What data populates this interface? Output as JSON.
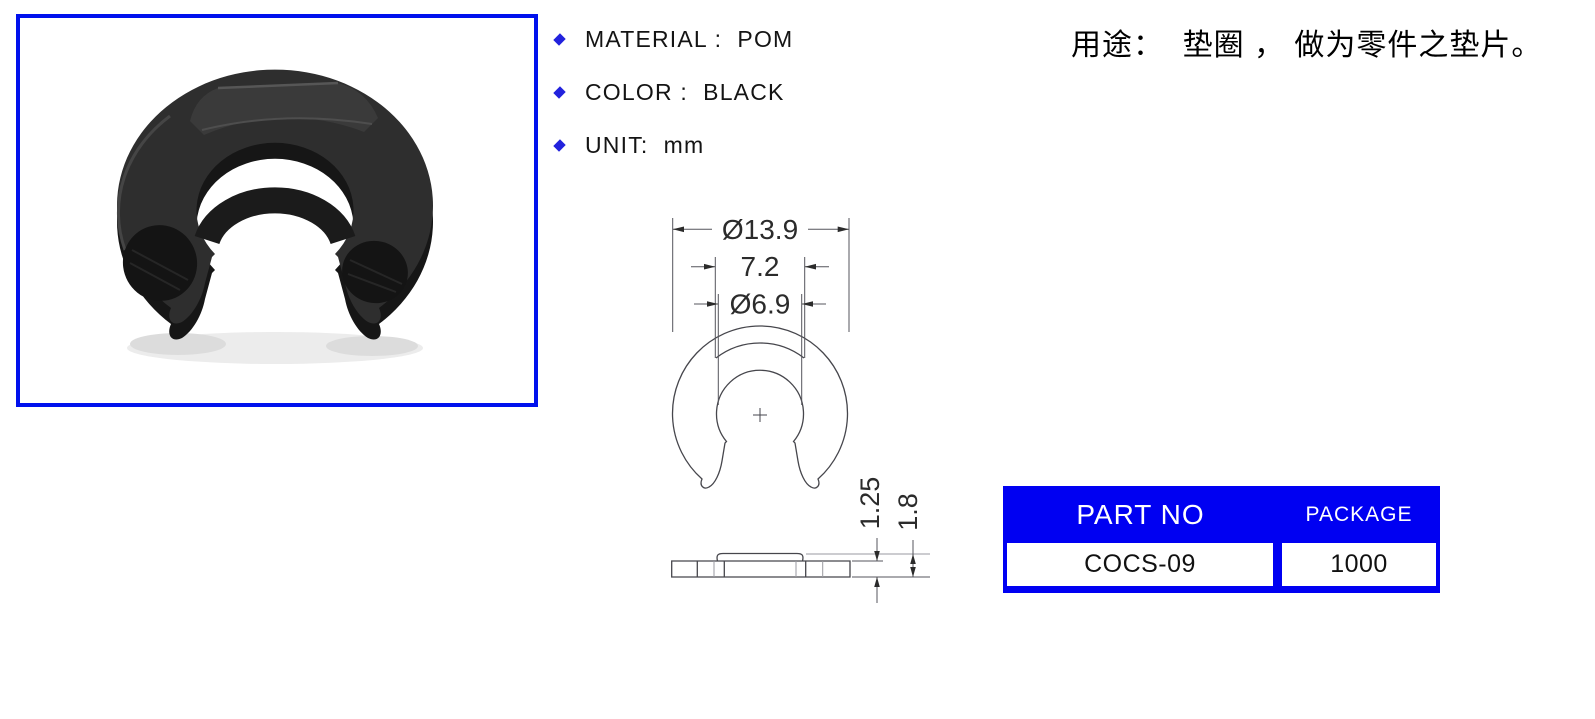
{
  "photo_panel": {
    "description": "Black POM C-clip washer product photo",
    "border_color": "#0011ed"
  },
  "specs": {
    "bullet_color": "#2222dd",
    "items": [
      {
        "text": "MATERIAL :  POM"
      },
      {
        "text": "COLOR :  BLACK"
      },
      {
        "text": "UNIT:  mm"
      }
    ]
  },
  "usage": {
    "text": "用途：  垫圈 ， 做为零件之垫片。"
  },
  "drawing": {
    "outer_diameter": "Ø13.9",
    "opening_width": "7.2",
    "inner_diameter": "Ø6.9",
    "plate_thickness": "1.25",
    "overall_height": "1.8"
  },
  "part_table": {
    "header_bg": "#0000f2",
    "columns": [
      "PART NO",
      "PACKAGE"
    ],
    "rows": [
      {
        "part_no": "COCS-09",
        "package": "1000"
      }
    ]
  }
}
